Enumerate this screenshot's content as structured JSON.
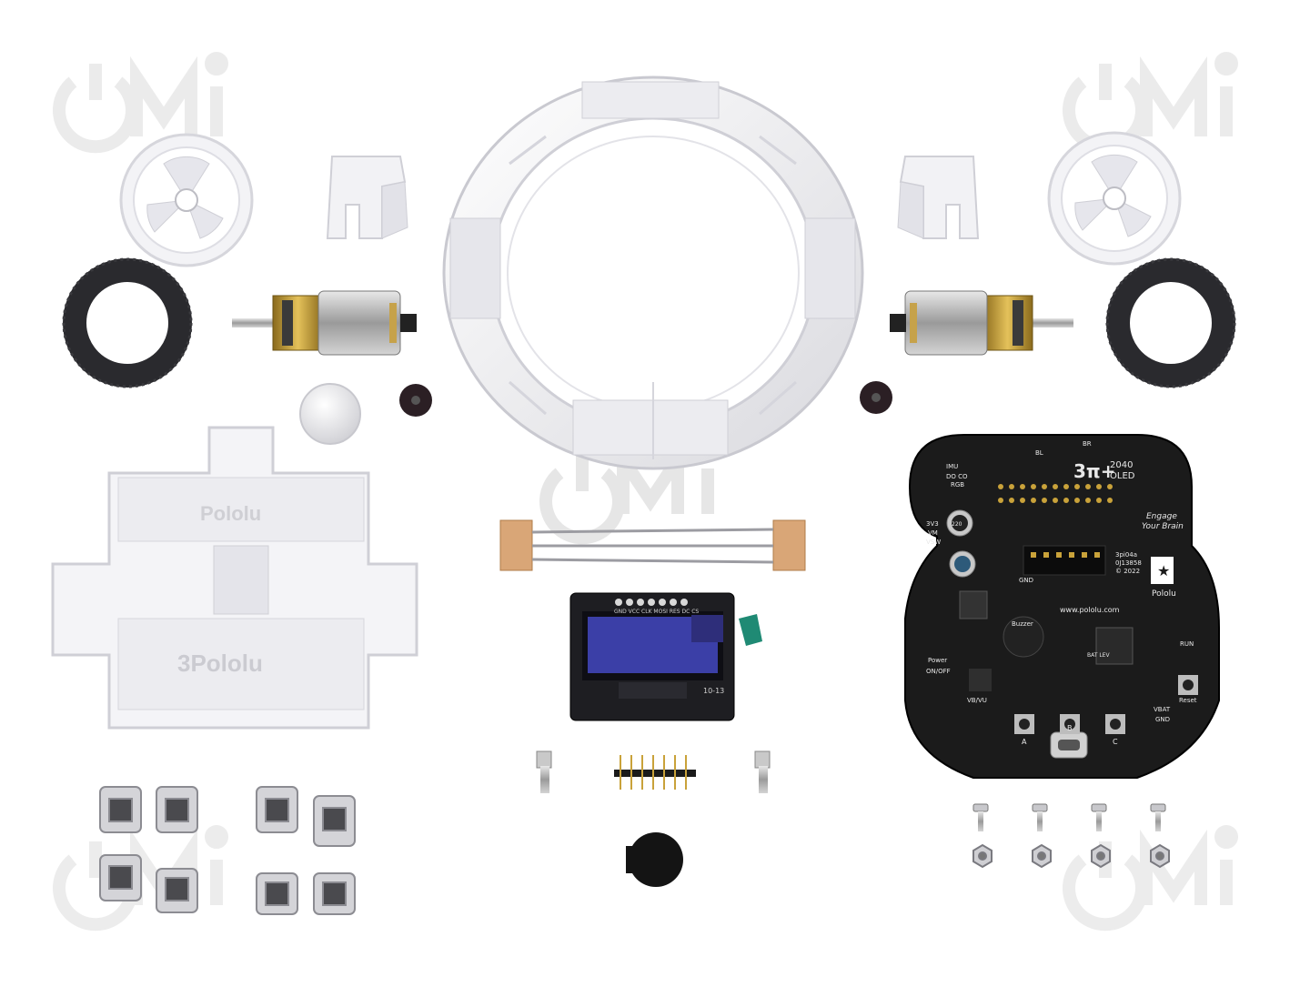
{
  "watermark": {
    "logo_text": "OMi",
    "color": "#e9e9e9"
  },
  "pcb": {
    "title": "3π+",
    "subtitle_num": "2040",
    "subtitle_oled": "OLED",
    "tagline_1": "Engage",
    "tagline_2": "Your Brain",
    "brand": "Pololu",
    "website": "www.pololu.com",
    "part_no": "3pi04a",
    "serial": "0J13858",
    "year": "© 2022",
    "buzzer": "Buzzer",
    "label_imu": "IMU",
    "label_rgb": "RGB",
    "label_dodco": "DO CO",
    "label_bl": "BL",
    "label_br": "BR",
    "label_3v3": "3V3",
    "label_vm": "VM",
    "label_vsw": "VSW",
    "label_gnd": "GND",
    "label_power": "Power",
    "label_on_off": "ON/OFF",
    "label_vbvu": "VB/VU",
    "label_a": "A",
    "label_b": "B",
    "label_c": "C",
    "label_run": "RUN",
    "label_reset": "Reset",
    "label_vbat": "VBAT",
    "label_gnd2": "GND",
    "label_bat_lev": "BAT LEV",
    "cap_value": "220"
  },
  "oled": {
    "pins_label": "GND VCC CLK MOSI RES DC CS",
    "date_code": "10-13"
  },
  "battery_holder": {
    "embossed_1": "Pololu",
    "embossed_2": "3Pololu"
  },
  "colors": {
    "pcb_black": "#1b1b1b",
    "plastic_white": "#f1f1f3",
    "gold": "#c9a23a",
    "rubber": "#2a2a2a",
    "oled_blue": "#3b3fa7"
  }
}
